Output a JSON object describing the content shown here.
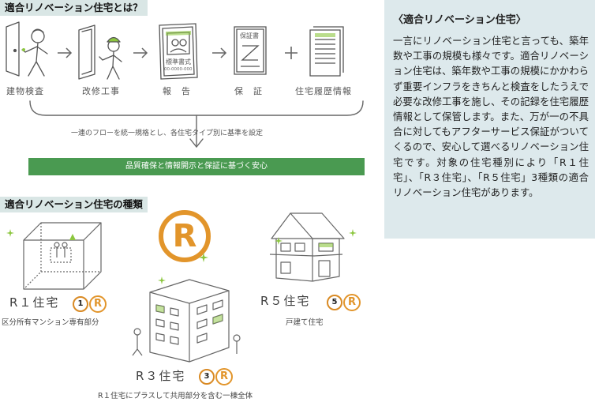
{
  "section1": {
    "title": "適合リノベーション住宅とは？",
    "steps": [
      {
        "label": "建物検査",
        "icon": "inspector-door-icon"
      },
      {
        "label": "改修工事",
        "icon": "renovation-worker-icon"
      },
      {
        "label": "報　告",
        "icon": "report-document-icon"
      },
      {
        "label": "保　証",
        "icon": "warranty-certificate-icon"
      },
      {
        "label": "住宅履歴情報",
        "icon": "housing-history-file-icon"
      }
    ],
    "flow_note": "一連のフローを統一規格とし、各住宅タイプ別に基準を設定",
    "result": "品質確保と情報開示と保証に基づく安心",
    "report_text": "標準書式",
    "report_number": "00-0000-000",
    "warranty_text": "保証書"
  },
  "section2": {
    "title": "適合リノベーション住宅の種類",
    "center_mark": "R",
    "types": [
      {
        "name": "R１住宅",
        "number": "1",
        "mark": "R",
        "description": "区分所有マンション専有部分",
        "icon": "condo-unit-icon"
      },
      {
        "name": "R３住宅",
        "number": "3",
        "mark": "R",
        "description": "R１住宅にプラスして共用部分を含む一棟全体",
        "icon": "apartment-building-icon"
      },
      {
        "name": "R５住宅",
        "number": "5",
        "mark": "R",
        "description": "戸建て住宅",
        "icon": "detached-house-icon"
      }
    ]
  },
  "sidebar": {
    "title": "〈適合リノベーション住宅〉",
    "body": "一言にリノベーション住宅と言っても、築年数や工事の規模も様々です。適合リノベーション住宅は、築年数や工事の規模にかかわらず重要インフラをきちんと検査をしたうえで必要な改修工事を施し、その記録を住宅履歴情報として保管します。また、万が一の不具合に対してもアフターサービス保証がついてくるので、安心して選べるリノベーション住宅です。対象の住宅種別により「R１住宅」、「R３住宅」、「R５住宅」3種類の適合リノベーション住宅があります。"
  },
  "colors": {
    "title_bg": "#d9e6e5",
    "sidebar_bg": "#dde9ec",
    "green_bar": "#4a9a51",
    "orange": "#e2952b",
    "sketch_line": "#555555",
    "accent_green": "#8cc63f"
  }
}
